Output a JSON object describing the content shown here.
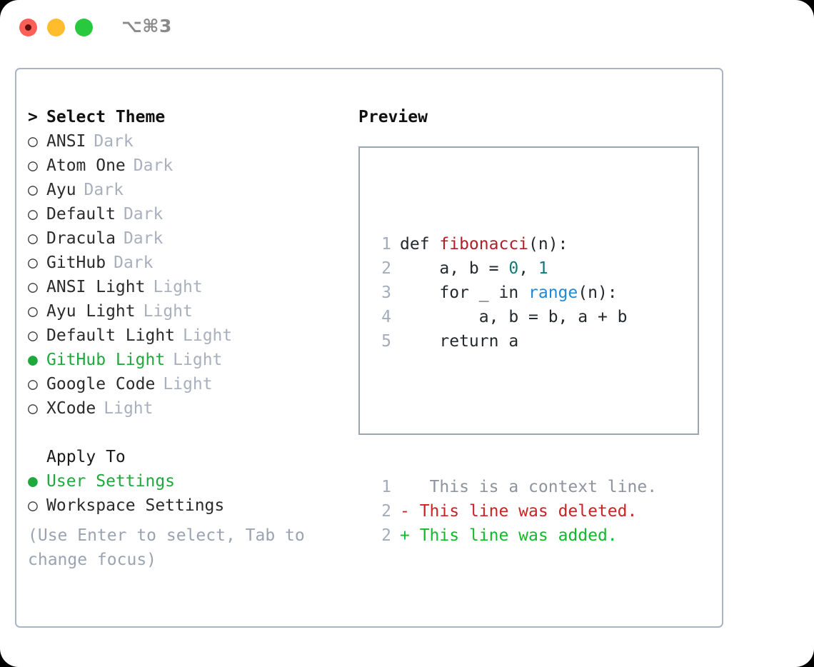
{
  "titlebar": {
    "shortcut": "⌥⌘3",
    "lights": [
      {
        "name": "close",
        "color": "#fc5f57"
      },
      {
        "name": "minimize",
        "color": "#ffbd2e"
      },
      {
        "name": "maximize",
        "color": "#28c83f"
      }
    ]
  },
  "theme_list": {
    "header_marker": ">",
    "header": "Select Theme",
    "items": [
      {
        "marker": "○",
        "name": "ANSI",
        "variant": "Dark",
        "selected": false
      },
      {
        "marker": "○",
        "name": "Atom One",
        "variant": "Dark",
        "selected": false
      },
      {
        "marker": "○",
        "name": "Ayu",
        "variant": "Dark",
        "selected": false
      },
      {
        "marker": "○",
        "name": "Default",
        "variant": "Dark",
        "selected": false
      },
      {
        "marker": "○",
        "name": "Dracula",
        "variant": "Dark",
        "selected": false
      },
      {
        "marker": "○",
        "name": "GitHub",
        "variant": "Dark",
        "selected": false
      },
      {
        "marker": "○",
        "name": "ANSI Light",
        "variant": "Light",
        "selected": false
      },
      {
        "marker": "○",
        "name": "Ayu Light",
        "variant": "Light",
        "selected": false
      },
      {
        "marker": "○",
        "name": "Default Light",
        "variant": "Light",
        "selected": false
      },
      {
        "marker": "●",
        "name": "GitHub Light",
        "variant": "Light",
        "selected": true
      },
      {
        "marker": "○",
        "name": "Google Code",
        "variant": "Light",
        "selected": false
      },
      {
        "marker": "○",
        "name": "XCode",
        "variant": "Light",
        "selected": false
      }
    ]
  },
  "apply_to": {
    "header": "Apply To",
    "items": [
      {
        "marker": "●",
        "name": "User Settings",
        "selected": true
      },
      {
        "marker": "○",
        "name": "Workspace Settings",
        "selected": false
      }
    ]
  },
  "hint": "(Use Enter to select, Tab to change focus)",
  "preview": {
    "title": "Preview",
    "code_lines": [
      {
        "lno": "1",
        "segments": [
          {
            "t": "def ",
            "c": "plain"
          },
          {
            "t": "fibonacci",
            "c": "fn"
          },
          {
            "t": "(n):",
            "c": "plain"
          }
        ]
      },
      {
        "lno": "2",
        "segments": [
          {
            "t": "    a, b = ",
            "c": "plain"
          },
          {
            "t": "0",
            "c": "num"
          },
          {
            "t": ", ",
            "c": "plain"
          },
          {
            "t": "1",
            "c": "num"
          }
        ]
      },
      {
        "lno": "3",
        "segments": [
          {
            "t": "    for _ in ",
            "c": "plain"
          },
          {
            "t": "range",
            "c": "call"
          },
          {
            "t": "(n):",
            "c": "plain"
          }
        ]
      },
      {
        "lno": "4",
        "segments": [
          {
            "t": "        a, b = b, a + b",
            "c": "plain"
          }
        ]
      },
      {
        "lno": "5",
        "segments": [
          {
            "t": "    return a",
            "c": "plain"
          }
        ]
      }
    ],
    "diff_lines": [
      {
        "lno": "1",
        "sign": " ",
        "text": "  This is a context line.",
        "kind": "ctx"
      },
      {
        "lno": "2",
        "sign": "-",
        "text": " This line was deleted.",
        "kind": "del"
      },
      {
        "lno": "2",
        "sign": "+",
        "text": " This line was added.",
        "kind": "add"
      }
    ]
  },
  "colors": {
    "accent_green": "#1fa83c",
    "muted": "#a8b0bd",
    "border": "#aab4c4",
    "preview_border": "#9aa5b1",
    "fn": "#b31d28",
    "num": "#0f7b77",
    "call": "#2188d6",
    "diff_del": "#cc2222",
    "diff_add": "#10bb2a"
  }
}
